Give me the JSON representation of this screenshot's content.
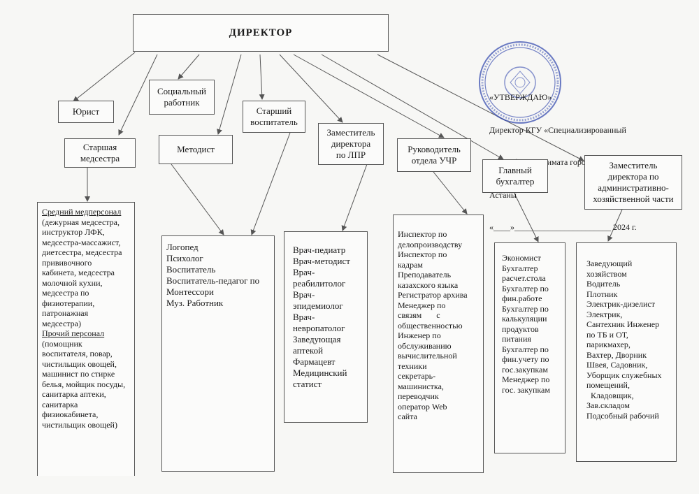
{
  "director": "ДИРЕКТОР",
  "approval": {
    "lines": [
      "«УТВЕРЖДАЮ»",
      "Директор КГУ «Специализированный",
      "дом ребенка» акимата города",
      "Астаны                                    С.Кенжебаева",
      "«____»_______________________ 2024 г."
    ]
  },
  "positions": {
    "lawyer": "Юрист",
    "social_worker": [
      "Социальный",
      "работник"
    ],
    "senior_educator": [
      "Старший",
      "воспитатель"
    ],
    "deputy_lpr": [
      "Заместитель",
      "директора",
      "по ЛПР"
    ],
    "head_uchr": [
      "Руководитель",
      "отдела УЧР"
    ],
    "chief_accountant": [
      "Главный",
      "бухгалтер"
    ],
    "deputy_ahch": [
      "Заместитель",
      "директора по",
      "административно-",
      "хозяйственной части"
    ],
    "head_nurse": [
      "Старшая",
      "медсестра"
    ],
    "methodist": "Методист"
  },
  "lists": {
    "medical": {
      "heading1": "Средний медперсонал",
      "lines1": [
        "(дежурная медсестра,",
        "инструктор ЛФК,",
        "медсестра-массажист,",
        "диетсестра, медсестра",
        "прививочного",
        "кабинета, медсестра",
        "молочной кухни,",
        "медсестра по",
        "физиотерапии,",
        "патронажная",
        "медсестра)"
      ],
      "heading2": "Прочий персонал",
      "lines2": [
        "(помощник",
        "воспитателя, повар,",
        "чистильщик овощей,",
        "машинист по стирке",
        "белья, мойщик посуды,",
        "санитарка аптеки,",
        "санитарка",
        "физиокабинета,",
        "чистильщик овощей)"
      ]
    },
    "pedagogical": [
      "Логопед",
      "Психолог",
      "Воспитатель",
      "Воспитатель-педагог по",
      "Монтессори",
      "Муз. Работник"
    ],
    "doctors": [
      "Врач-педиатр",
      "Врач-методист",
      "Врач-",
      "реабилитолог",
      "Врач-",
      "эпидемиолог",
      "Врач-",
      "невропатолог",
      "Заведующая",
      "аптекой",
      "Фармацевт",
      "Медицинский",
      "статист"
    ],
    "hr": [
      "Инспектор по",
      "делопроизводству",
      "Инспектор по",
      "кадрам",
      "Преподаватель",
      "казахского языка",
      "Регистратор архива",
      "Менеджер по",
      "связям       с",
      "общественностью",
      "Инженер по",
      "обслуживанию",
      "вычислительной",
      "техники",
      "секретарь-",
      "машинистка,",
      "переводчик",
      "оператор Web",
      "сайта"
    ],
    "accounting": [
      "Экономист",
      "",
      "Бухгалтер",
      "расчет.стола",
      "Бухгалтер по",
      "фин.работе",
      "Бухгалтер по",
      "калькуляции",
      "продуктов",
      "питания",
      "Бухгалтер по",
      "фин.учету по",
      "гос.закупкам",
      "Менеджер по",
      "гос. закупкам"
    ],
    "household": [
      "Заведующий",
      "хозяйством",
      "Водитель",
      "Плотник",
      "Электрик-дизелист",
      "Электрик,",
      "Сантехник Инженер",
      "по ТБ и ОТ,",
      "парикмахер,",
      "",
      "Вахтер, Дворник",
      "Швея, Садовник,",
      "Уборщик служебных",
      "помещений,",
      "  Кладовщик,",
      "Зав.складом",
      "Подсобный рабочий"
    ]
  },
  "colors": {
    "line": "#555555",
    "stamp": "#3a4fb0"
  }
}
